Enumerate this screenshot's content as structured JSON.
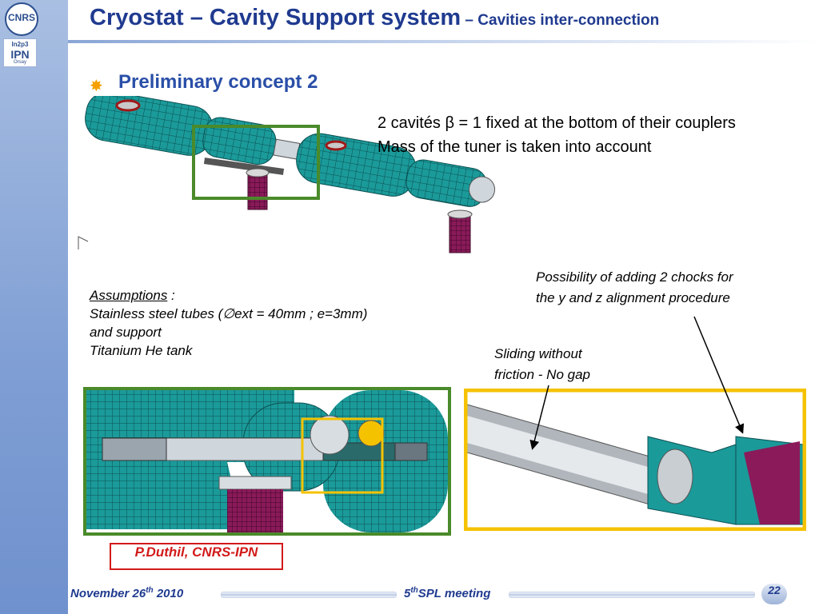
{
  "header": {
    "title_main": "Cryostat – Cavity Support system",
    "title_sub": " – Cavities inter-connection"
  },
  "logos": {
    "cnrs": "CNRS",
    "in2p3": "In2p3",
    "ipn": "IPN",
    "orsay": "Orsay"
  },
  "section": {
    "heading": "Preliminary concept 2",
    "bullet_icon": "sunburst-bullet-icon"
  },
  "description": {
    "line1": "2 cavités β = 1 fixed at the bottom of their couplers",
    "line2": "Mass of the tuner is taken into account"
  },
  "assumptions": {
    "label": "Assumptions",
    "colon": " :",
    "line1": "Stainless steel tubes (∅ext = 40mm ; e=3mm)",
    "line2": "and  support",
    "line3": "Titanium He tank"
  },
  "notes": {
    "chocks_line1": "Possibility of adding 2 chocks for",
    "chocks_line2": "the y and z alignment procedure",
    "sliding_line1": "Sliding without",
    "sliding_line2": "friction - No gap"
  },
  "credit": "P.Duthil, CNRS-IPN",
  "footer": {
    "date_main": "November 26",
    "date_sup": "th",
    "date_year": " 2010",
    "meeting_num": "5",
    "meeting_sup": "th",
    "meeting_text": "SPL meeting",
    "page": "22"
  },
  "colors": {
    "title": "#1f3a8f",
    "heading": "#2a4fa8",
    "mesh": "#1b9a9a",
    "green_frame": "#4a8a2a",
    "yellow_frame": "#f5c200",
    "credit_red": "#d21a1a",
    "support": "#8a1a5a"
  }
}
